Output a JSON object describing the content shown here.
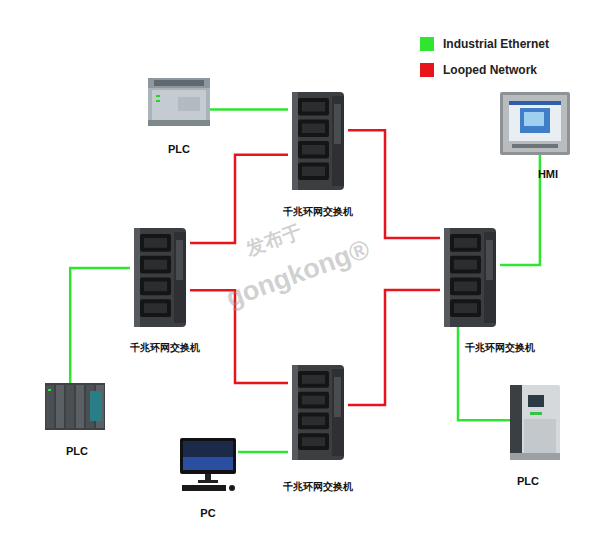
{
  "diagram": {
    "nodes": [
      {
        "text": [
          "PLC"
        ]
      },
      {
        "text": [
          "千兆环网交换机"
        ]
      },
      {
        "text": [
          "HMI"
        ]
      },
      {
        "text": [
          "千兆环网交换机"
        ]
      },
      {
        "text": [
          "千兆环网交换机"
        ]
      },
      {
        "text": [
          "千兆环网交换机"
        ]
      },
      {
        "text": [
          "PLC"
        ]
      },
      {
        "text": [
          "PLC"
        ]
      },
      {
        "text": [
          "PC"
        ]
      }
    ],
    "edges": [
      {
        "from": 0,
        "to": 1,
        "arrow": "none"
      },
      {
        "from": 1,
        "to": 3,
        "arrow": "none"
      },
      {
        "from": 1,
        "to": 4,
        "arrow": "none"
      },
      {
        "from": 3,
        "to": 5,
        "arrow": "none"
      },
      {
        "from": 5,
        "to": 4,
        "arrow": "none"
      },
      {
        "from": 2,
        "to": 4,
        "arrow": "none"
      },
      {
        "from": 6,
        "to": 3,
        "arrow": "none"
      },
      {
        "from": 7,
        "to": 4,
        "arrow": "none"
      },
      {
        "from": 8,
        "to": 5,
        "arrow": "none"
      }
    ],
    "labels": [
      "发布于",
      "gongkong®"
    ],
    "legend": [
      {
        "text": "Industrial Ethernet",
        "color": "#2fe52f"
      },
      {
        "text": "Looped Network",
        "color": "#e8141b"
      }
    ]
  }
}
